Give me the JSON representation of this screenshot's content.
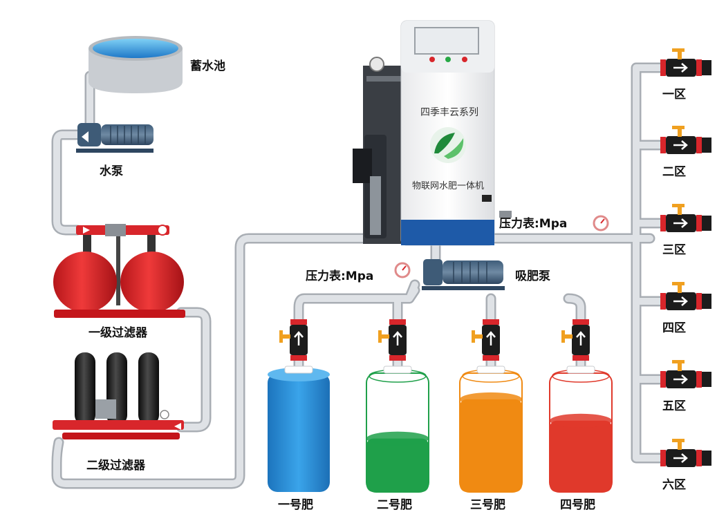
{
  "labels": {
    "reservoir": "蓄水池",
    "water_pump": "水泵",
    "filter1": "一级过滤器",
    "filter2": "二级过滤器",
    "pressure_gauge_main": "压力表:Mpa",
    "pressure_gauge_suction": "压力表:Mpa",
    "suction_pump": "吸肥泵"
  },
  "cabinet": {
    "series": "四季丰云系列",
    "product": "物联网水肥一体机"
  },
  "zones": [
    "一区",
    "二区",
    "三区",
    "四区",
    "五区",
    "六区"
  ],
  "tanks": [
    {
      "name": "一号肥",
      "fill": 1.0,
      "color": "#2a8fd8"
    },
    {
      "name": "二号肥",
      "fill": 0.45,
      "color": "#1fa04a"
    },
    {
      "name": "三号肥",
      "fill": 0.78,
      "color": "#f08a12"
    },
    {
      "name": "四号肥",
      "fill": 0.6,
      "color": "#e0392b"
    }
  ],
  "colors": {
    "pipe": "#d6d9dd",
    "pipe_edge": "#a9aeb4",
    "valve_red": "#d8262b",
    "valve_black": "#1c1c1c",
    "handle": "#f0a020"
  }
}
